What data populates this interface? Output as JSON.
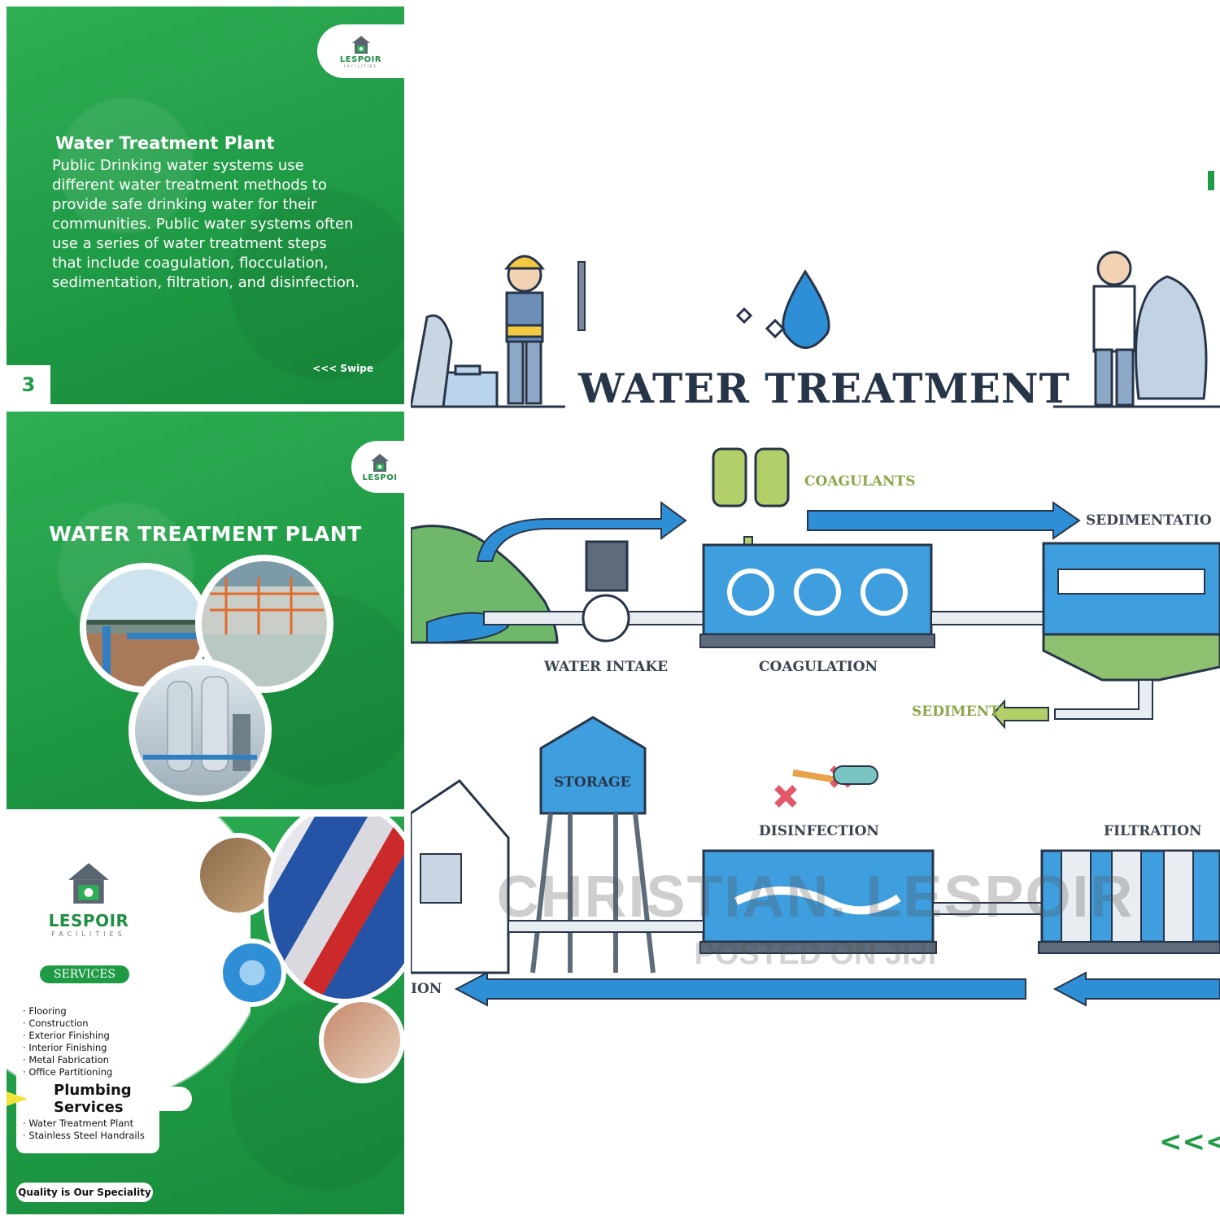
{
  "panel1": {
    "logo_word": "LESPOIR",
    "logo_sub": "FACILITIES",
    "title": "Water Treatment Plant",
    "body": "Public Drinking water systems use different water treatment methods to provide safe drinking water for their communities. Public water systems often use a series of water treatment steps that include coagulation, flocculation, sedimentation, filtration, and disinfection.",
    "swipe": "<<< Swipe",
    "page_number": "3"
  },
  "panel2": {
    "logo_word": "LESPOI",
    "title": "WATER TREATMENT PLANT"
  },
  "panel3": {
    "logo_word": "LESPOIR",
    "logo_sub": "FACILITIES",
    "services_label": "SERVICES",
    "services": [
      "Flooring",
      "Construction",
      "Exterior Finishing",
      "Interior Finishing",
      "Metal Fabrication",
      "Office Partitioning"
    ],
    "plumbing_title": "Plumbing Services",
    "plumbing_items": [
      "Water Treatment Plant",
      "Stainless Steel Handrails"
    ],
    "tagline": "Quality is Our Speciality"
  },
  "infographic": {
    "title": "WATER TREATMENT",
    "labels": {
      "coagulants": "COAGULANTS",
      "sedimentation": "SEDIMENTATIO",
      "water_intake": "WATER INTAKE",
      "coagulation": "COAGULATION",
      "sediment": "SEDIMENT",
      "storage": "STORAGE",
      "disinfection": "DISINFECTION",
      "filtration": "FILTRATION",
      "partial": "ION"
    },
    "watermark_main": "CHRISTIAN. LESPOIR",
    "watermark_sub": "POSTED ON JIJI",
    "chevrons": "<<<"
  },
  "colors": {
    "brand_green": "#1f9a45",
    "water_blue": "#2f8fd6",
    "navy": "#273549",
    "sediment_green": "#8aa84a"
  }
}
